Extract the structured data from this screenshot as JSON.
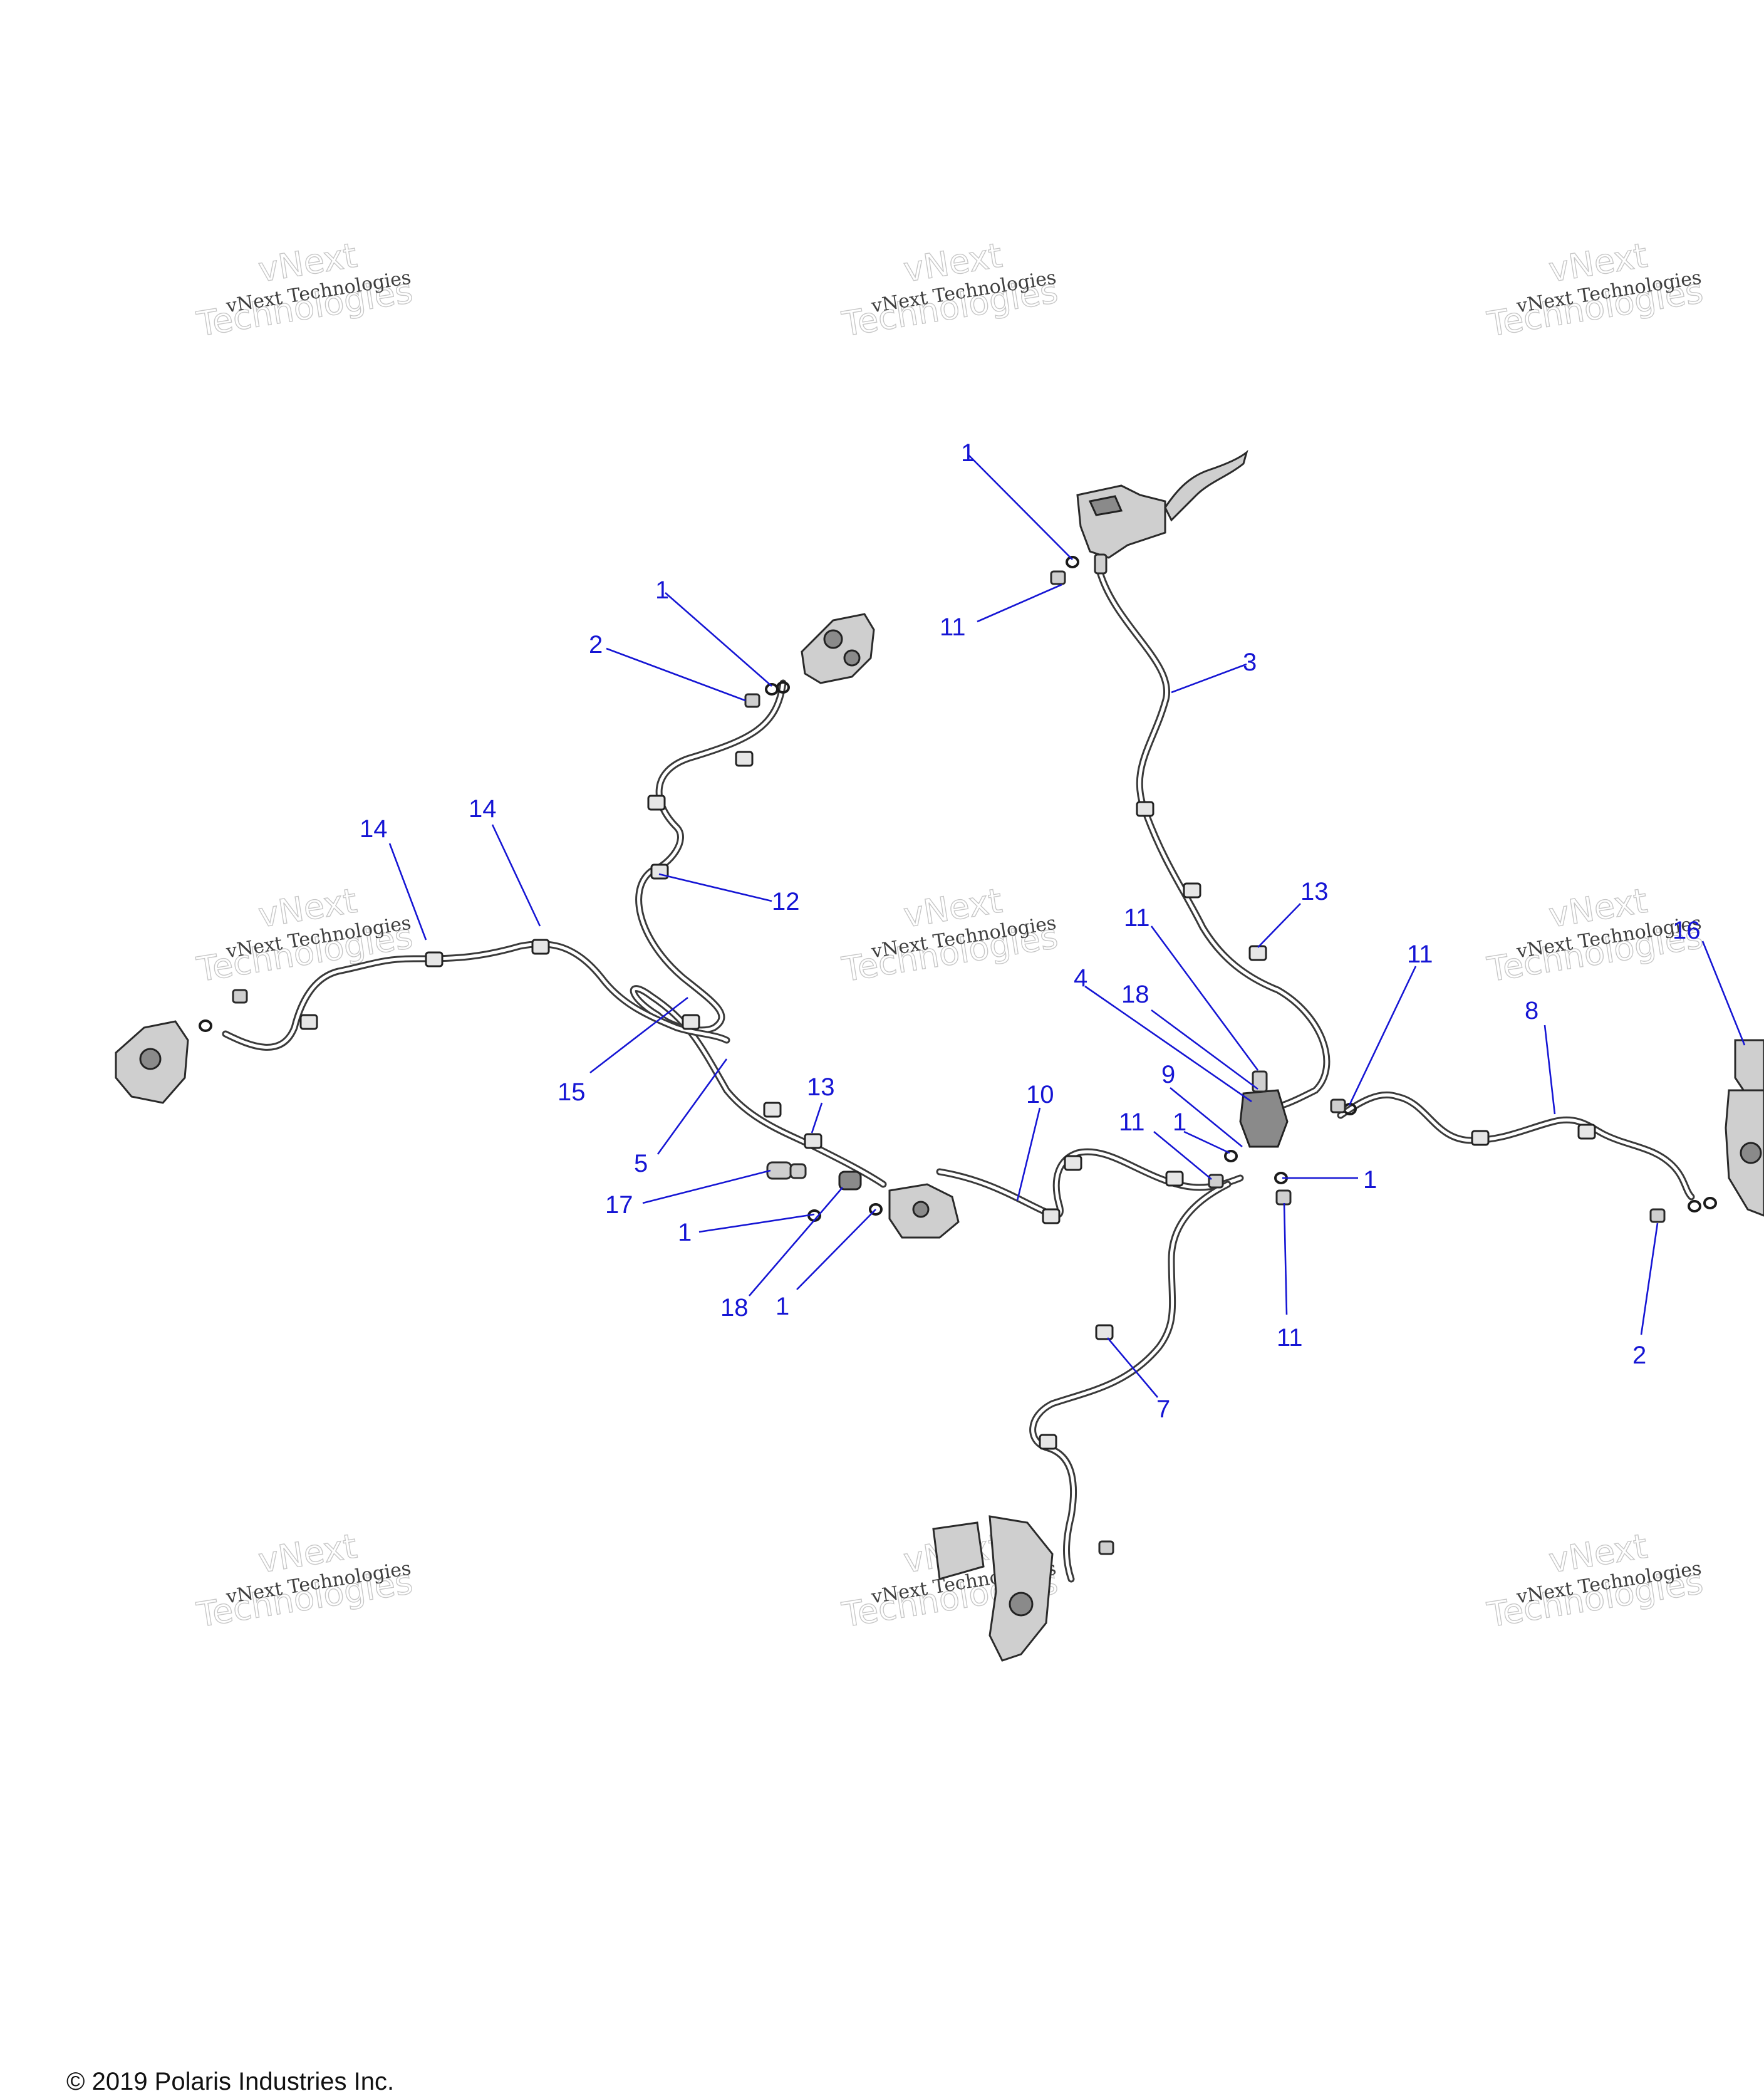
{
  "watermark": {
    "line1": "vNext Technologies",
    "line2": "vNext",
    "line3": "Technologies"
  },
  "callouts": [
    {
      "id": "c1a",
      "label": "1"
    },
    {
      "id": "c11a",
      "label": "11"
    },
    {
      "id": "c3",
      "label": "3"
    },
    {
      "id": "c1b",
      "label": "1"
    },
    {
      "id": "c2a",
      "label": "2"
    },
    {
      "id": "c12",
      "label": "12"
    },
    {
      "id": "c14a",
      "label": "14"
    },
    {
      "id": "c14b",
      "label": "14"
    },
    {
      "id": "c15",
      "label": "15"
    },
    {
      "id": "c5",
      "label": "5"
    },
    {
      "id": "c13a",
      "label": "13"
    },
    {
      "id": "c17",
      "label": "17"
    },
    {
      "id": "c1c",
      "label": "1"
    },
    {
      "id": "c18a",
      "label": "18"
    },
    {
      "id": "c1d",
      "label": "1"
    },
    {
      "id": "c10",
      "label": "10"
    },
    {
      "id": "c13b",
      "label": "13"
    },
    {
      "id": "c11b",
      "label": "11"
    },
    {
      "id": "c4",
      "label": "4"
    },
    {
      "id": "c18b",
      "label": "18"
    },
    {
      "id": "c9",
      "label": "9"
    },
    {
      "id": "c11c",
      "label": "11"
    },
    {
      "id": "c1e",
      "label": "1"
    },
    {
      "id": "c11d",
      "label": "11"
    },
    {
      "id": "c1f",
      "label": "1"
    },
    {
      "id": "c11e",
      "label": "11"
    },
    {
      "id": "c7",
      "label": "7"
    },
    {
      "id": "c8",
      "label": "8"
    },
    {
      "id": "c16",
      "label": "16"
    },
    {
      "id": "c2b",
      "label": "2"
    }
  ],
  "footer": {
    "copyright": "© 2019 Polaris Industries Inc."
  }
}
